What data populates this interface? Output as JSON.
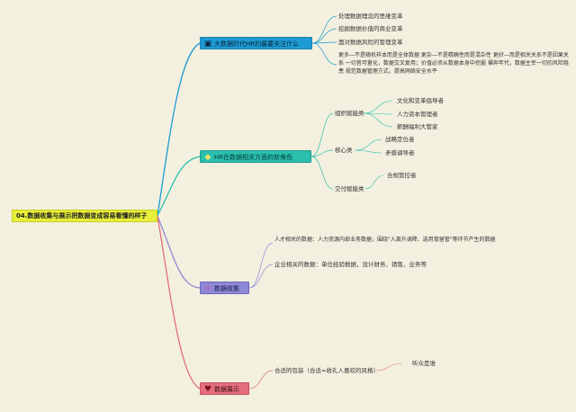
{
  "root": {
    "label": "04.数据收集与展示把数据变成容易看懂的样子"
  },
  "branches": [
    {
      "label": "大数据时代HR的最要关注什么",
      "color": "#1e9bd3",
      "icon": "box-icon",
      "items": [
        "处理数据理念的思维变革",
        "挖掘数据价值的商业变革",
        "面对数据风险的管理变革"
      ],
      "note": "更多—不是随机样本而是全体数据 更杂—不是精确性而是混杂性 更好—而是相关关系不是因果关系 一切皆可量化，数据交叉复用；价值必须从数据本身中挖掘 裸奔年代，数据主宰一切的风险隐患 规范数据管理方式，提高网络安全水平"
    },
    {
      "label": "HR在数据相关方面的新角色",
      "color": "#2bbfae",
      "icon": "diamond-icon",
      "groups": [
        {
          "label": "组织赋能类",
          "items": [
            "文化和变革倡导者",
            "人力资本管理者",
            "薪酬福利大管家"
          ]
        },
        {
          "label": "核心类",
          "items": [
            "战略定位者",
            "矛盾调导者"
          ]
        },
        {
          "label": "交付赋能类",
          "items": [
            "合规管控者"
          ]
        }
      ]
    },
    {
      "label": "数据收集",
      "color": "#8e88d9",
      "icon": "star-icon",
      "items": [
        "人才相关的数据：人力资源内部业务数据，围绕\"入离升调降、选用育留管\"等环节产生的数据",
        "企业相关的数据：单位经验数据，设计财务、销售、业务等"
      ]
    },
    {
      "label": "数据展示",
      "color": "#e56e7d",
      "icon": "heart-icon",
      "items": [
        "合适的包装（合适=收礼人喜欢的风格）"
      ],
      "sub": [
        "听众是谁"
      ]
    }
  ]
}
